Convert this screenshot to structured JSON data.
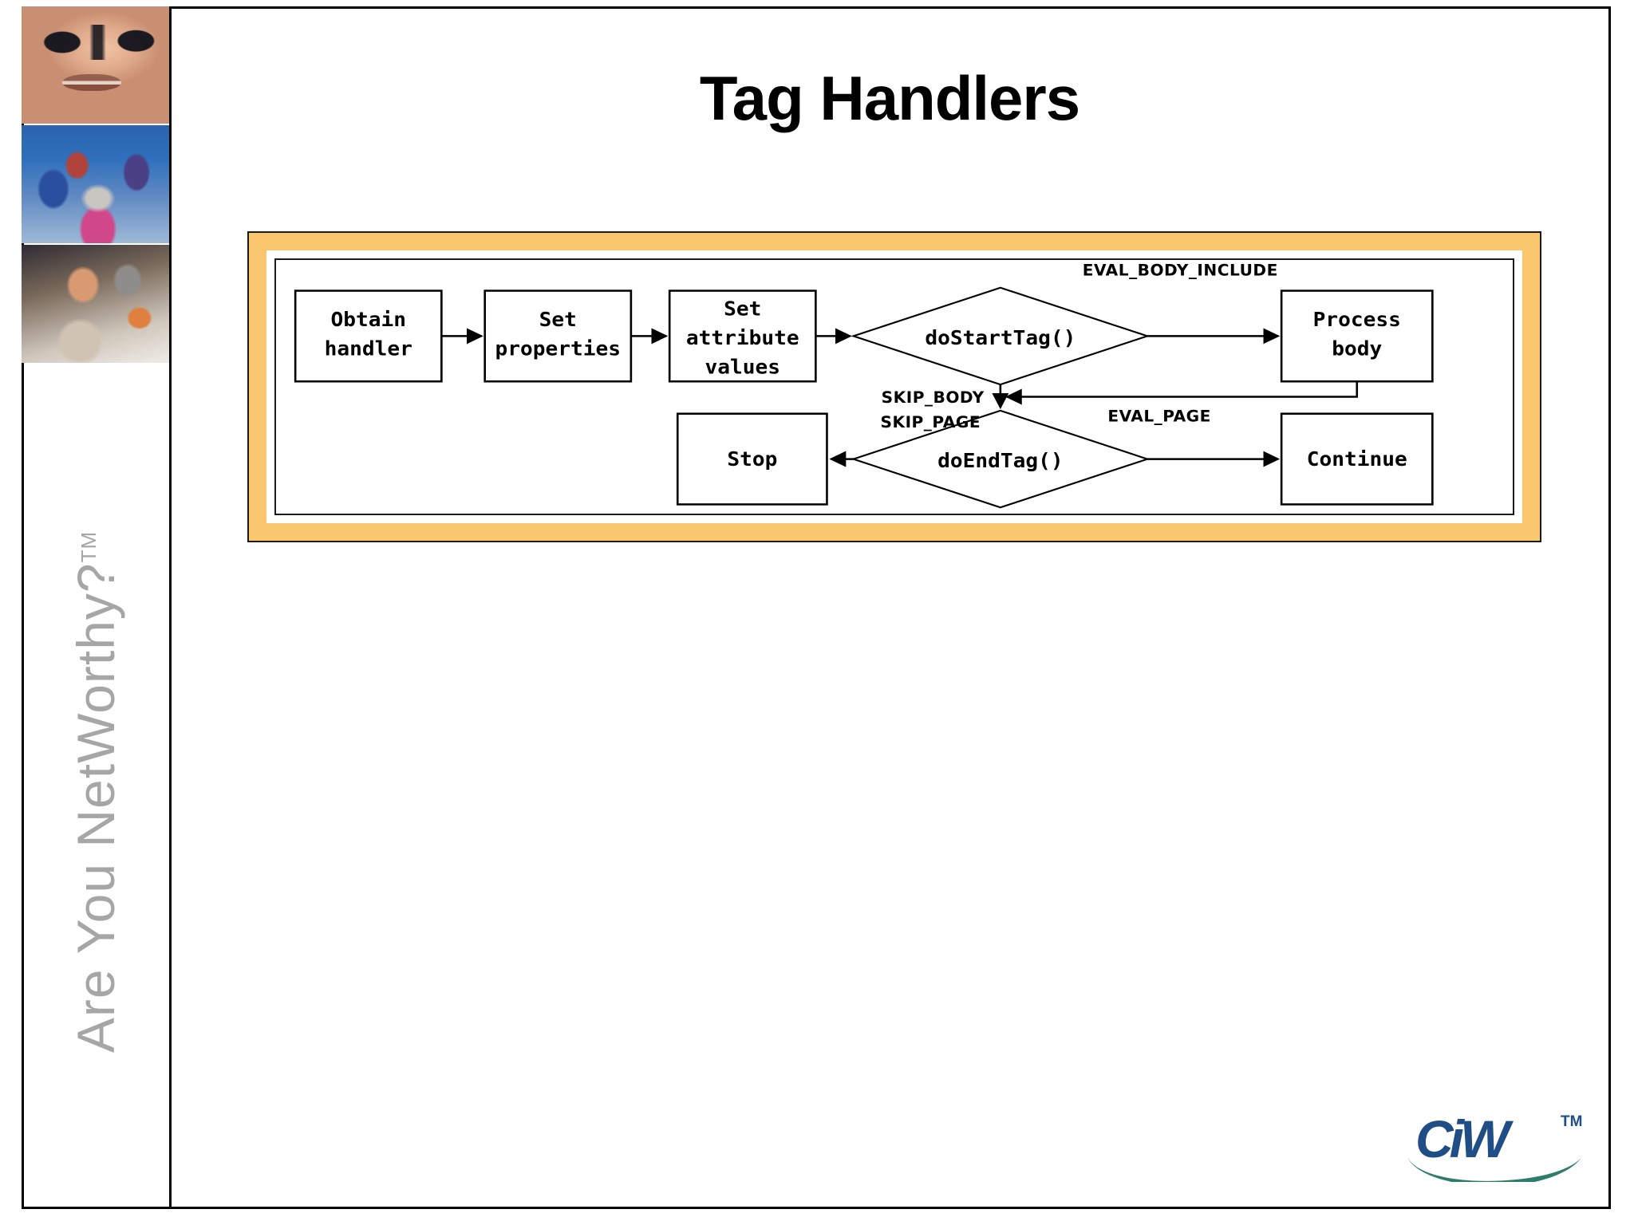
{
  "slide": {
    "title": "Tag Handlers",
    "sidebar": {
      "tagline": "Are You NetWorthy?",
      "tagline_tm": "TM",
      "photos": [
        {
          "name": "photo-student-glasses"
        },
        {
          "name": "photo-classroom-blue"
        },
        {
          "name": "photo-instructor-pointing"
        }
      ]
    },
    "logo": {
      "text": "CiW",
      "tm": "TM",
      "blue": "#1F4E86",
      "green": "#2E7D6B"
    },
    "frame": {
      "accent_color": "#FBC76E",
      "border_color": "#1a1a1a"
    }
  },
  "chart_data": {
    "type": "diagram",
    "title": "Tag Handlers",
    "nodes": [
      {
        "id": "obtain_handler",
        "shape": "rect",
        "label_lines": [
          "Obtain",
          "handler"
        ]
      },
      {
        "id": "set_properties",
        "shape": "rect",
        "label_lines": [
          "Set",
          "properties"
        ]
      },
      {
        "id": "set_attribute_values",
        "shape": "rect",
        "label_lines": [
          "Set",
          "attribute",
          "values"
        ]
      },
      {
        "id": "do_start_tag",
        "shape": "diamond",
        "label_lines": [
          "doStartTag()"
        ]
      },
      {
        "id": "process_body",
        "shape": "rect",
        "label_lines": [
          "Process",
          "body"
        ]
      },
      {
        "id": "do_end_tag",
        "shape": "diamond",
        "label_lines": [
          "doEndTag()"
        ]
      },
      {
        "id": "stop",
        "shape": "rect",
        "label_lines": [
          "Stop"
        ]
      },
      {
        "id": "continue",
        "shape": "rect",
        "label_lines": [
          "Continue"
        ]
      }
    ],
    "edges": [
      {
        "from": "obtain_handler",
        "to": "set_properties",
        "label": ""
      },
      {
        "from": "set_properties",
        "to": "set_attribute_values",
        "label": ""
      },
      {
        "from": "set_attribute_values",
        "to": "do_start_tag",
        "label": ""
      },
      {
        "from": "do_start_tag",
        "to": "process_body",
        "label": "EVAL_BODY_INCLUDE"
      },
      {
        "from": "process_body",
        "to": "do_end_tag",
        "label": ""
      },
      {
        "from": "do_start_tag",
        "to": "do_end_tag",
        "label": "SKIP_BODY"
      },
      {
        "from": "do_end_tag",
        "to": "stop",
        "label": "SKIP_PAGE"
      },
      {
        "from": "do_end_tag",
        "to": "continue",
        "label": "EVAL_PAGE"
      }
    ],
    "labels": {
      "obtain_handler_l1": "Obtain",
      "obtain_handler_l2": "handler",
      "set_properties_l1": "Set",
      "set_properties_l2": "properties",
      "set_attr_l1": "Set",
      "set_attr_l2": "attribute",
      "set_attr_l3": "values",
      "do_start_tag": "doStartTag()",
      "process_body_l1": "Process",
      "process_body_l2": "body",
      "do_end_tag": "doEndTag()",
      "stop": "Stop",
      "continue": "Continue",
      "eval_body_include": "EVAL_BODY_INCLUDE",
      "skip_body": "SKIP_BODY",
      "skip_page": "SKIP_PAGE",
      "eval_page": "EVAL_PAGE"
    }
  }
}
